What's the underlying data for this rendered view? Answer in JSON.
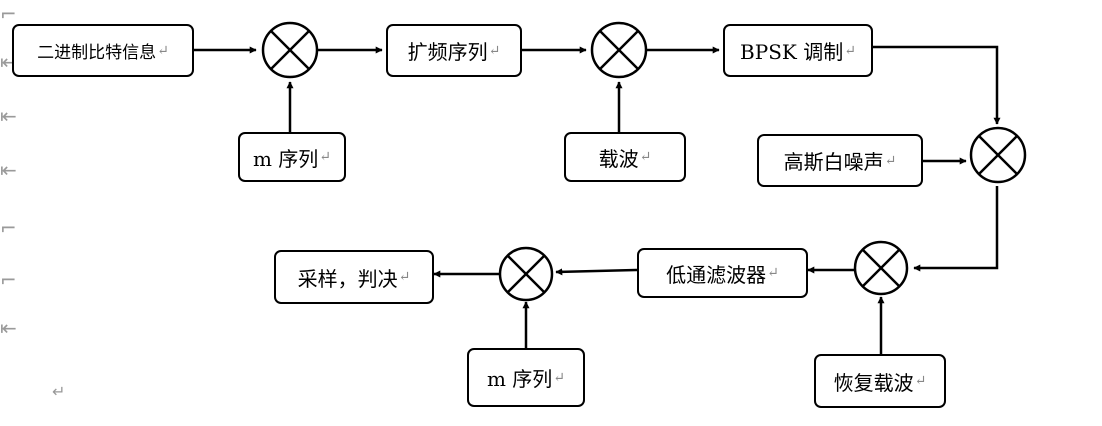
{
  "blocks": {
    "binary_info": "二进制比特信息",
    "spread_seq": "扩频序列",
    "bpsk_mod": "BPSK 调制",
    "m_seq_top": "m 序列",
    "carrier": "载波",
    "gaussian_noise": "高斯白噪声",
    "lowpass_filter": "低通滤波器",
    "sample_decide": "采样，判决",
    "m_seq_bottom": "m 序列",
    "recover_carrier": "恢复载波"
  },
  "paragraph_mark": "↵",
  "colors": {
    "line": "#000000",
    "mark": "#9a9a9a"
  }
}
